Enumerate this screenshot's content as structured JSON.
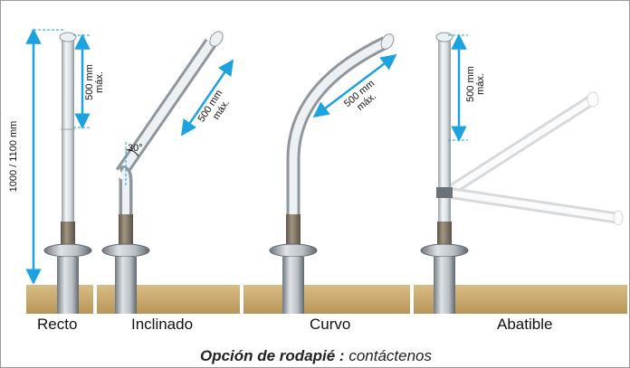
{
  "dimensions": {
    "height_label": "1000 / 1100 mm",
    "segment_value": "500 mm",
    "segment_suffix": "máx.",
    "angle_label": "30°"
  },
  "panels": [
    {
      "name": "recto",
      "caption": "Recto"
    },
    {
      "name": "inclinado",
      "caption": "Inclinado"
    },
    {
      "name": "curvo",
      "caption": "Curvo"
    },
    {
      "name": "abatible",
      "caption": "Abatible"
    }
  ],
  "footer": {
    "bold_text": "Opción de rodapié :",
    "normal_text": "contáctenos"
  },
  "colors": {
    "arrow": "#1aa3e0",
    "ground": "#c9a76a",
    "post_light": "#e8ebee",
    "post_dark": "#9aa2a9",
    "sleeve": "#8a7c6b"
  }
}
